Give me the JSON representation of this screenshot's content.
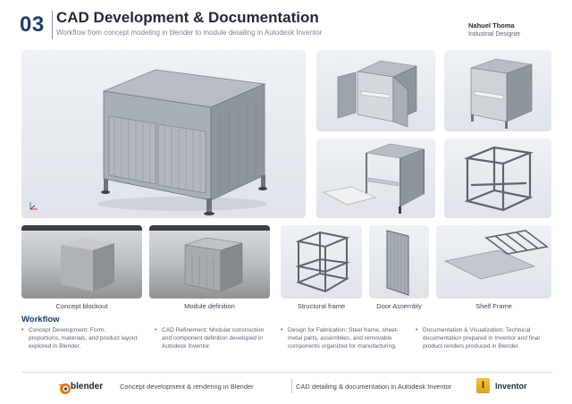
{
  "header": {
    "number": "03",
    "title": "CAD Development & Documentation",
    "subtitle": "Workflow from concept modeling in blender to module detailing in Autodesk Inventor",
    "author_name": "Nahuel Thoma",
    "author_role": "Industrial Designer"
  },
  "captions": {
    "concept": "Concept blockout",
    "module": "Module definition",
    "structural": "Structural frame",
    "door": "Door Assembly",
    "shelf": "Shelf Frame"
  },
  "workflow": {
    "title": "Workflow",
    "items": [
      "Concept Development: Form, proportions, materials, and product layout explored in Blender.",
      "CAD Refinement: Modular construction and component definition developed in Autodesk Inventor.",
      "Design for Fabrication: Steel frame, sheet-metal parts, assemblies, and removable components organized for manufacturing.",
      "Documentation & Visualization: Technical documentation prepared in Inventor and final product renders produced in Blender."
    ],
    "bullet": "•"
  },
  "footer": {
    "blender_logo": "blender",
    "left_text": "Concept development & rendering in Blender",
    "right_text": "CAD detailing & documentation in Autodesk Inventor",
    "inventor_badge": "I",
    "inventor_logo": "Inventor"
  },
  "colors": {
    "accent": "#1e3d6b",
    "steel": "#9aa0a8",
    "panel_bg": "#e4e8ed",
    "inventor_yellow": "#f0b92a",
    "blender_orange": "#ea7600"
  }
}
